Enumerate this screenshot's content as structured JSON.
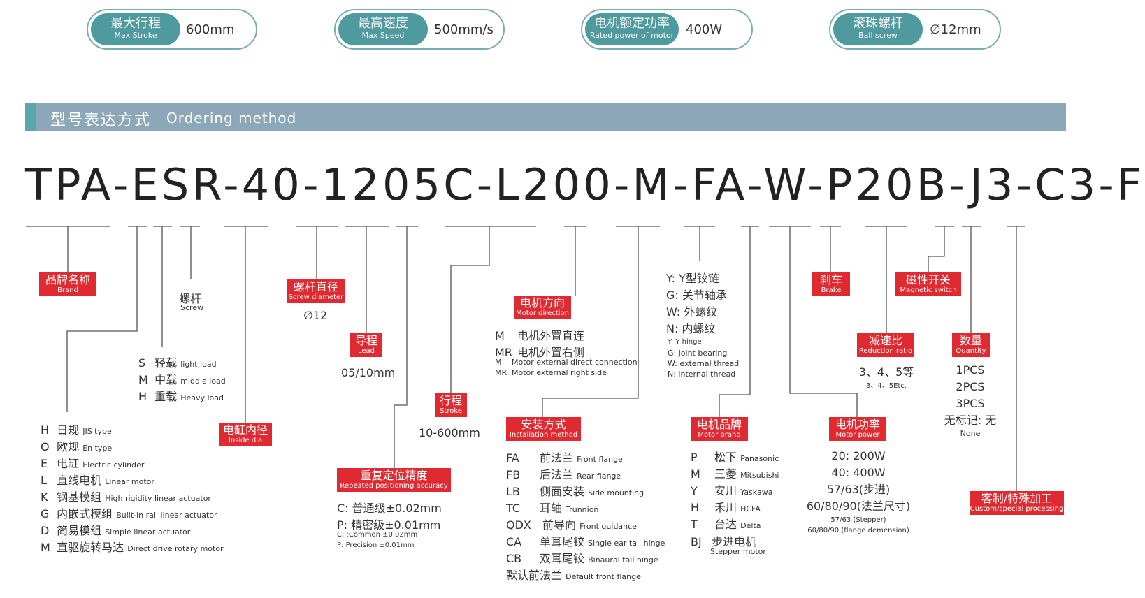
{
  "specs": [
    {
      "zh": "最大行程",
      "en": "Max Stroke",
      "value": "600mm"
    },
    {
      "zh": "最高速度",
      "en": "Max Speed",
      "value": "500mm/s"
    },
    {
      "zh": "电机额定功率",
      "en": "Rated power of motor",
      "value": "400W"
    },
    {
      "zh": "滚珠螺杆",
      "en": "Ball screw",
      "value": "∅12mm"
    }
  ],
  "section": {
    "zh": "型号表达方式",
    "en": "Ordering method"
  },
  "model_code": "TPA-ESR-40-1205C-L200-M-FA-W-P20B-J3-C3-F",
  "brand": {
    "zh": "品牌名称",
    "en": "Brand",
    "items": [
      {
        "code": "H",
        "zh": "日规",
        "en": "JIS type"
      },
      {
        "code": "O",
        "zh": "欧规",
        "en": "En type"
      },
      {
        "code": "E",
        "zh": "电缸",
        "en": "Electric cylinder"
      },
      {
        "code": "L",
        "zh": "直线电机",
        "en": "Linear motor"
      },
      {
        "code": "K",
        "zh": "钢基模组",
        "en": "High rigidity linear actuator"
      },
      {
        "code": "G",
        "zh": "内嵌式模组",
        "en": "Built-in rail linear actuator"
      },
      {
        "code": "D",
        "zh": "简易模组",
        "en": "Simple linear actuator"
      },
      {
        "code": "M",
        "zh": "直驱旋转马达",
        "en": "Direct drive rotary motor"
      }
    ]
  },
  "load": {
    "items": [
      {
        "code": "S",
        "zh": "轻载",
        "en": "light load"
      },
      {
        "code": "M",
        "zh": "中载",
        "en": "middle load"
      },
      {
        "code": "H",
        "zh": "重载",
        "en": "Heavy load"
      }
    ]
  },
  "screw": {
    "zh": "螺杆",
    "en": "Screw"
  },
  "inside_dia": {
    "zh": "电缸内径",
    "en": "Inside dia"
  },
  "screw_diameter": {
    "zh": "螺杆直径",
    "en": "Screw diameter",
    "value": "∅12"
  },
  "lead": {
    "zh": "导程",
    "en": "Lead",
    "value": "05/10mm"
  },
  "accuracy": {
    "zh": "重复定位精度",
    "en": "Repeated positioning accuracy",
    "items": [
      {
        "zh": "C: 普通级±0.02mm"
      },
      {
        "zh": "P: 精密级±0.01mm"
      }
    ],
    "en_items": [
      "C: :Common  ±0.02mm",
      "P: Precision  ±0.01mm"
    ]
  },
  "stroke": {
    "zh": "行程",
    "en": "Stroke",
    "value": "10-600mm"
  },
  "motor_direction": {
    "zh": "电机方向",
    "en": "Motor direction",
    "items": [
      {
        "code": "M",
        "zh": "电机外置直连"
      },
      {
        "code": "MR",
        "zh": "电机外置右侧"
      }
    ],
    "en_items": [
      {
        "code": "M",
        "text": "Motor external direct connection"
      },
      {
        "code": "MR",
        "text": "Motor external right side"
      }
    ]
  },
  "installation": {
    "zh": "安装方式",
    "en": "Installation method",
    "items": [
      {
        "code": "FA",
        "zh": "前法兰",
        "en": "Front flange"
      },
      {
        "code": "FB",
        "zh": "后法兰",
        "en": "Rear flange"
      },
      {
        "code": "LB",
        "zh": "侧面安装",
        "en": "Side mounting"
      },
      {
        "code": "TC",
        "zh": "耳轴",
        "en": "Trunnion"
      },
      {
        "code": "QDX",
        "zh": "前导向",
        "en": "Front guidance"
      },
      {
        "code": "CA",
        "zh": "单耳尾铰",
        "en": "Single ear tail hinge"
      },
      {
        "code": "CB",
        "zh": "双耳尾铰",
        "en": "Binaural tail hinge"
      },
      {
        "code": "",
        "zh": "默认前法兰",
        "en": "Default front flange"
      }
    ]
  },
  "hinge": {
    "items": [
      "Y: Y型铰链",
      "G: 关节轴承",
      "W: 外螺纹",
      "N: 内螺纹"
    ],
    "en_items": [
      "Y: Y hinge",
      "G: joint bearing",
      "W: external thread",
      "N: internal thread"
    ]
  },
  "motor_brand": {
    "zh": "电机品牌",
    "en": "Motor brand",
    "items": [
      {
        "code": "P",
        "zh": "松下",
        "en": "Panasonic"
      },
      {
        "code": "M",
        "zh": "三菱",
        "en": "Mitsubishi"
      },
      {
        "code": "Y",
        "zh": "安川",
        "en": "Yaskawa"
      },
      {
        "code": "H",
        "zh": "禾川",
        "en": "HCFA"
      },
      {
        "code": "T",
        "zh": "台达",
        "en": "Delta"
      },
      {
        "code": "BJ",
        "zh": "步进电机",
        "en": ""
      }
    ],
    "stepper_en": "Stepper motor"
  },
  "motor_power": {
    "zh": "电机功率",
    "en": "Motor power",
    "items": [
      "20: 200W",
      "40: 400W",
      "57/63(步进)",
      "60/80/90(法兰尺寸)"
    ],
    "en_items": [
      "57/63 (Stepper)",
      "60/80/90 (flange demension)"
    ]
  },
  "brake": {
    "zh": "刹车",
    "en": "Brake"
  },
  "reduction": {
    "zh": "减速比",
    "en": "Reduction ratio",
    "value": "3、4、5等",
    "value_en": "3、4、5Etc."
  },
  "magnetic": {
    "zh": "磁性开关",
    "en": "Magnetic switch"
  },
  "quantity": {
    "zh": "数量",
    "en": "Quantity",
    "items": [
      "1PCS",
      "2PCS",
      "3PCS",
      "无标记: 无"
    ],
    "none_en": "None"
  },
  "custom": {
    "zh": "客制/特殊加工",
    "en": "Custom/special processing"
  },
  "colors": {
    "teal": "#4f9a9f",
    "teal_border": "#76aeb3",
    "bar": "#8ca8b8",
    "red": "#e02a31",
    "line": "#555555"
  }
}
